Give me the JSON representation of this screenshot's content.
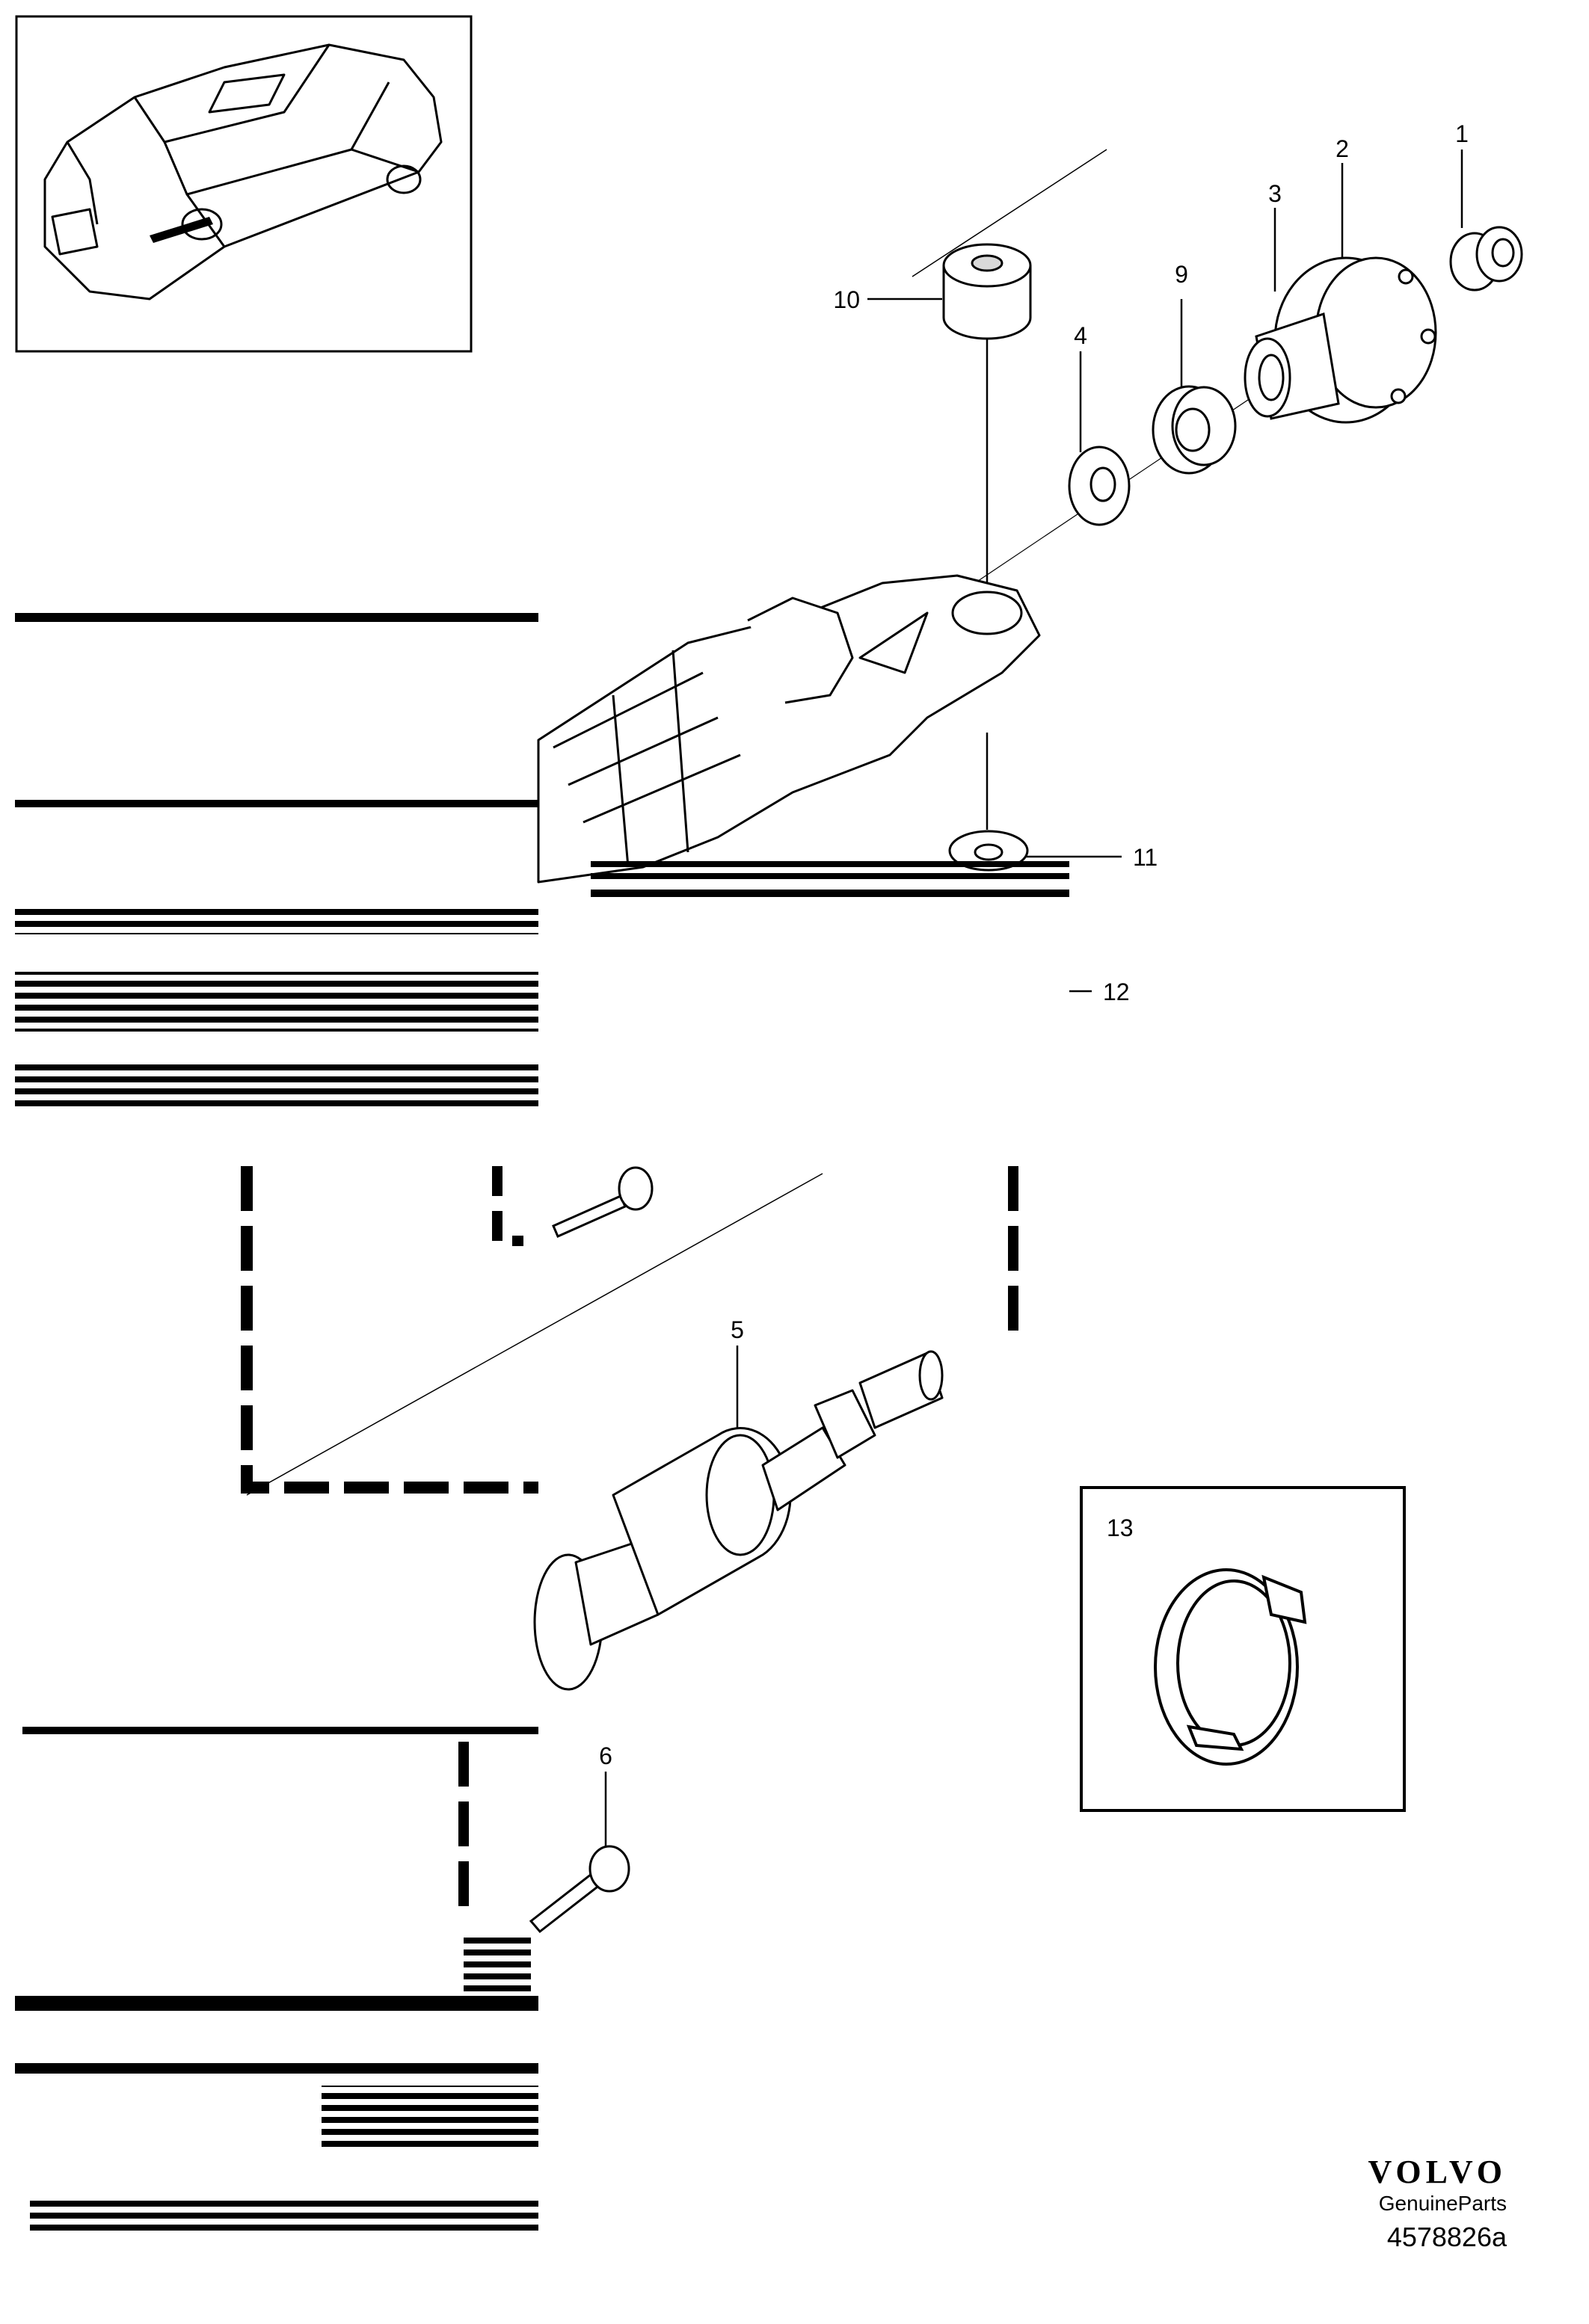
{
  "diagram": {
    "callouts": [
      "1",
      "2",
      "3",
      "4",
      "5",
      "6",
      "9",
      "10",
      "11",
      "12",
      "13"
    ]
  },
  "brand": {
    "logo": "VOLVO",
    "tagline": "GenuineParts",
    "part_number": "4578826a"
  },
  "colors": {
    "ink": "#000000",
    "paper": "#ffffff",
    "shade": "#d9d9d9"
  }
}
